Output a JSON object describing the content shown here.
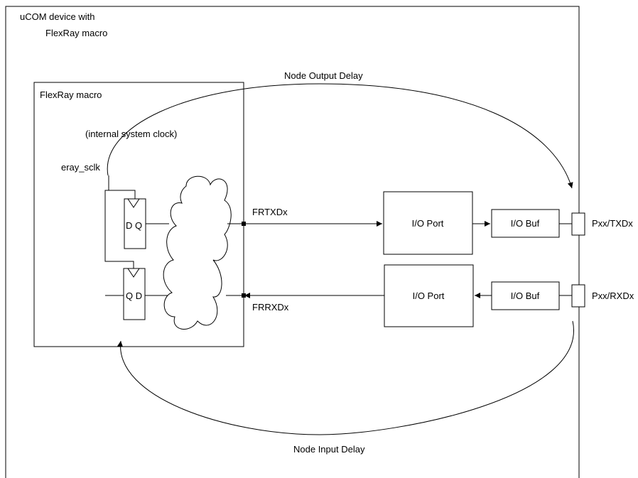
{
  "device": {
    "title_line1": "uCOM device with",
    "title_line2": "FlexRay macro"
  },
  "macro": {
    "title": "FlexRay macro",
    "clock_note": "(internal system clock)",
    "clock_signal": "eray_sclk",
    "ff_tx_label": "D Q",
    "ff_rx_label": "Q D"
  },
  "signals": {
    "tx": "FRTXDx",
    "rx": "FRRXDx"
  },
  "blocks": {
    "tx_port": "I/O Port",
    "tx_buf": "I/O Buf",
    "rx_port": "I/O Port",
    "rx_buf": "I/O Buf"
  },
  "pins": {
    "tx": "Pxx/TXDx",
    "rx": "Pxx/RXDx"
  },
  "delays": {
    "output": "Node Output Delay",
    "input": "Node Input Delay"
  }
}
